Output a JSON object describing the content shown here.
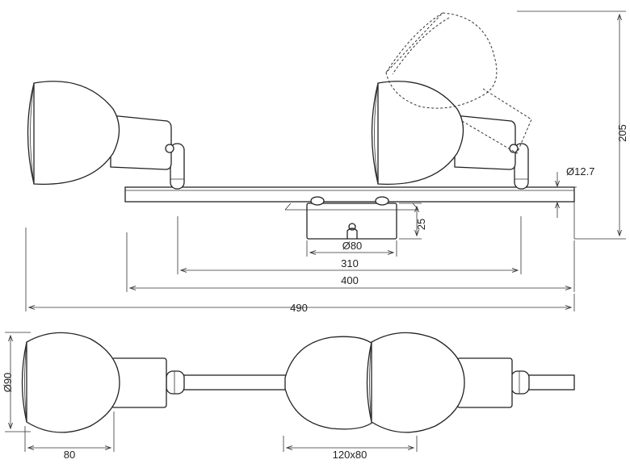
{
  "drawing": {
    "dimensions": {
      "height_total": "205",
      "rod_diameter": "Ø12.7",
      "base_height": "25",
      "base_diameter": "Ø80",
      "spacing": "310",
      "bar_length": "400",
      "overall_length": "490",
      "shade_diameter": "Ø90",
      "shade_depth": "80",
      "shade_size": "120x80"
    }
  }
}
